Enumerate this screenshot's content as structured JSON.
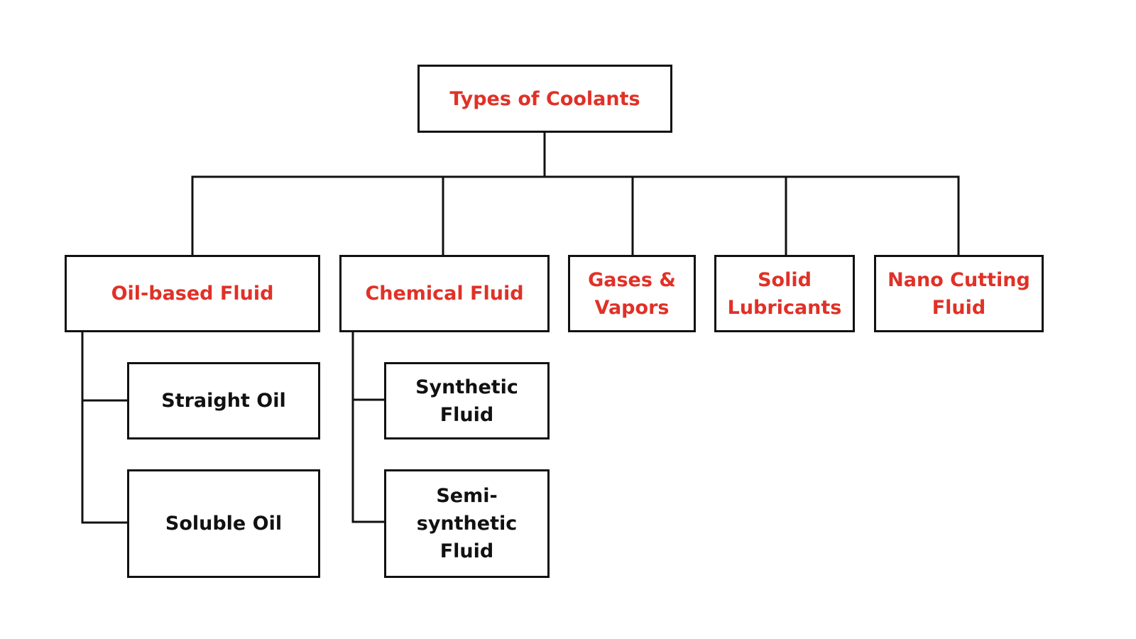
{
  "title": "Types of Coolants",
  "categories": [
    {
      "label": "Oil-based Fluid"
    },
    {
      "label": "Chemical Fluid"
    },
    {
      "label": "Gases & Vapors"
    },
    {
      "label": "Solid Lubricants"
    },
    {
      "label": "Nano Cutting Fluid"
    }
  ],
  "subtypes": {
    "oil_based": [
      "Straight Oil",
      "Soluble Oil"
    ],
    "chemical": [
      "Synthetic Fluid",
      "Semi-synthetic Fluid"
    ]
  },
  "colors": {
    "heading_text": "#e03127",
    "leaf_text": "#111111",
    "lines": "#111111",
    "background": "#ffffff"
  }
}
